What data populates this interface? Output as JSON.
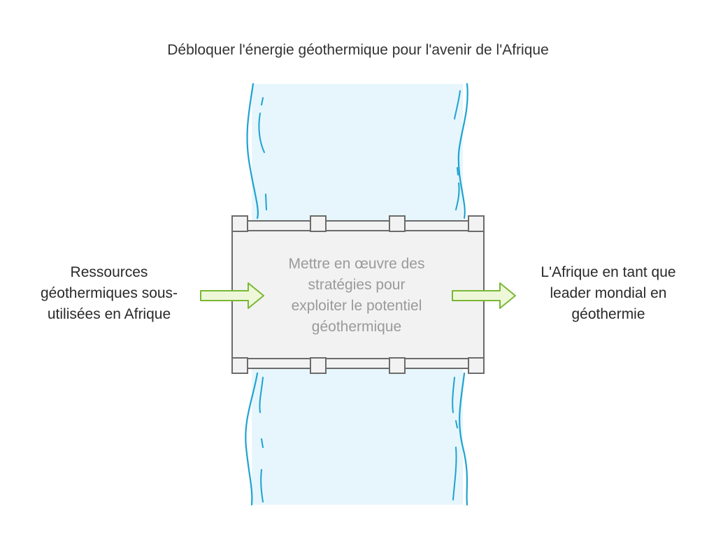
{
  "title": "Débloquer l'énergie géothermique pour l'avenir de l'Afrique",
  "input": {
    "lines": [
      "Ressources",
      "géothermiques sous-",
      "utilisées en Afrique"
    ]
  },
  "bridge": {
    "lines": [
      "Mettre en œuvre des",
      "stratégies pour",
      "exploiter le potentiel",
      "géothermique"
    ]
  },
  "output": {
    "lines": [
      "L'Afrique en tant que",
      "leader mondial en",
      "géothermie"
    ]
  },
  "colors": {
    "river_fill": "#e6f6fc",
    "river_stroke": "#1ea3d1",
    "bridge_fill": "#f2f2f2",
    "bridge_stroke": "#6b6b6b",
    "arrow_fill": "#eef8d8",
    "arrow_stroke": "#7ab735"
  }
}
